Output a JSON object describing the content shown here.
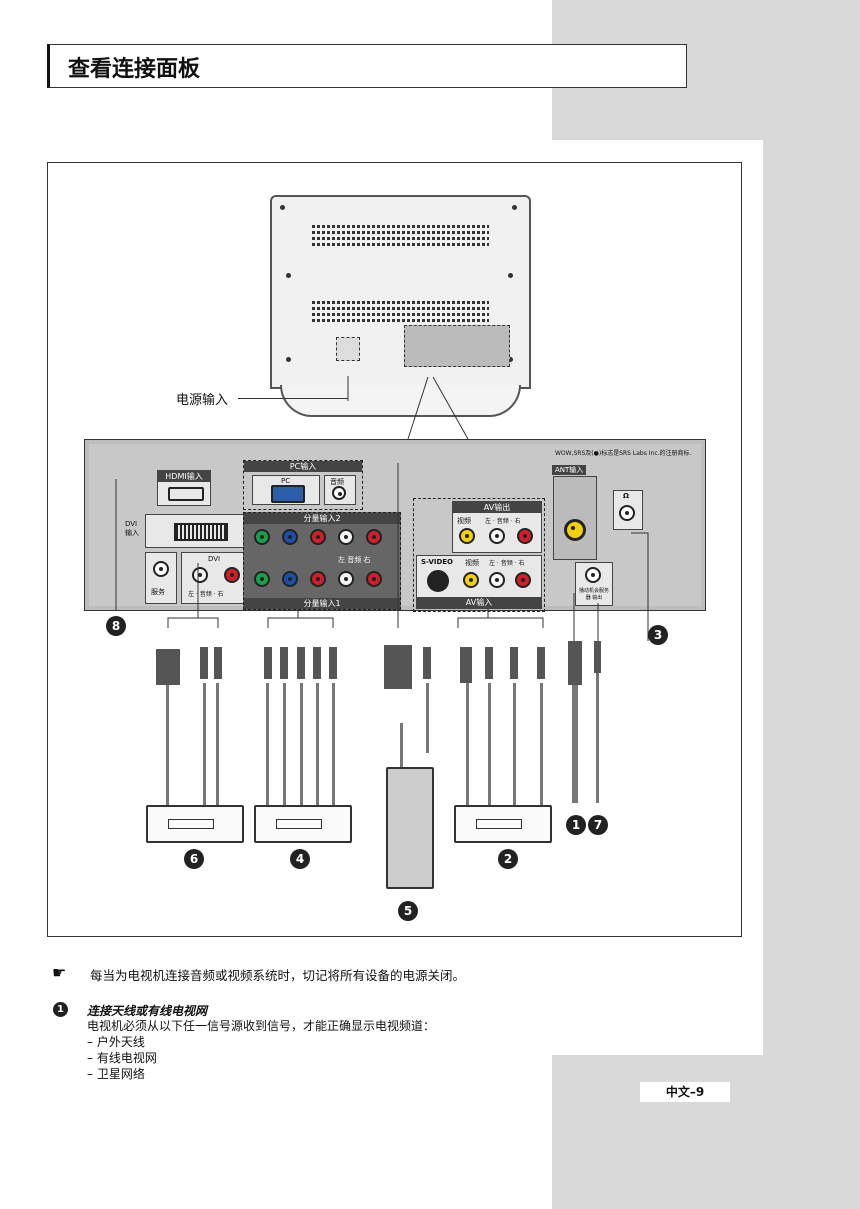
{
  "title": "查看连接面板",
  "figure": {
    "power_label": "电源输入",
    "trademark_note": "WOW,SRS及(●)标志是SRS Labs Inc.的注册商标.",
    "hdmi_label": "HDMI输入",
    "dvi_label": "DVI 输入",
    "dvi_sub": "DVI",
    "dvi_audio": "左 · 音频 · 右",
    "service_label": "服务",
    "pc_label": "PC输入",
    "pc_sub": "PC",
    "pc_audio": "音频",
    "component2_label": "分量输入2",
    "component1_label": "分量输入1",
    "component_audio": "左 音频 右",
    "av_out_label": "AV输出",
    "av_out_video": "视频",
    "av_out_audio": "左 · 音频 · 右",
    "av_in_label": "AV输入",
    "svideo_label": "S-VIDEO",
    "av_in_video": "视频",
    "av_in_audio": "左 · 音频 · 右",
    "ant_label": "ANT输入",
    "headphone_label": "Ω",
    "external_label": "播动机会服务器 输出",
    "numbers": [
      "8",
      "3",
      "6",
      "4",
      "5",
      "2",
      "1",
      "7"
    ]
  },
  "note": "每当为电视机连接音频或视频系统时，切记将所有设备的电源关闭。",
  "section1": {
    "num": "1",
    "heading": "连接天线或有线电视网",
    "body": "电视机必须从以下任一信号源收到信号，才能正确显示电视频道：",
    "items": [
      "– 户外天线",
      "– 有线电视网",
      "– 卫星网络"
    ]
  },
  "page_number": "中文–9",
  "colors": {
    "sidebar": "#d9d9d9",
    "panel": "#bdbdbd",
    "jack_green": "#19a04a",
    "jack_blue": "#1d4fa8",
    "jack_red": "#cf1f2a",
    "jack_yellow": "#f0d010"
  }
}
